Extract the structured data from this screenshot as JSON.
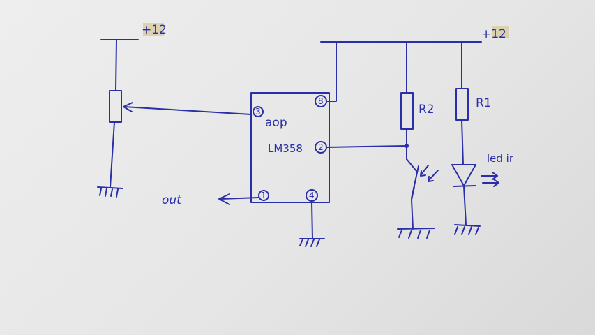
{
  "supply_left": "+12",
  "supply_right": "+12",
  "opamp": {
    "name": "aop",
    "part": "LM358",
    "pins": {
      "p1": "1",
      "p2": "2",
      "p3": "3",
      "p4": "4",
      "p8": "8"
    }
  },
  "output_label": "out",
  "r1_label": "R1",
  "r2_label": "R2",
  "led_label": "led ir"
}
